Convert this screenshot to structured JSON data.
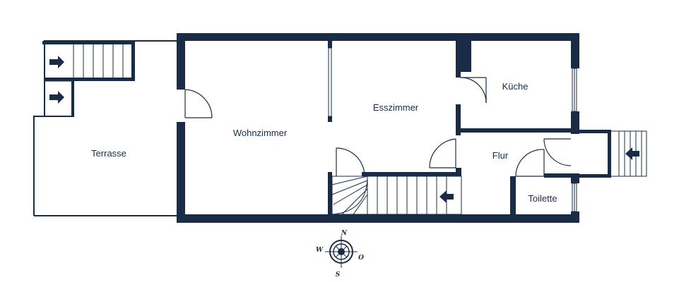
{
  "rooms": {
    "terrasse": "Terrasse",
    "wohnzimmer": "Wohnzimmer",
    "esszimmer": "Esszimmer",
    "kueche": "Küche",
    "flur": "Flur",
    "toilette": "Toilette"
  },
  "compass": {
    "n": "N",
    "s": "S",
    "w": "W",
    "o": "O"
  },
  "colors": {
    "wall": "#1a2b45",
    "line": "#1a2b45",
    "background": "#ffffff"
  }
}
